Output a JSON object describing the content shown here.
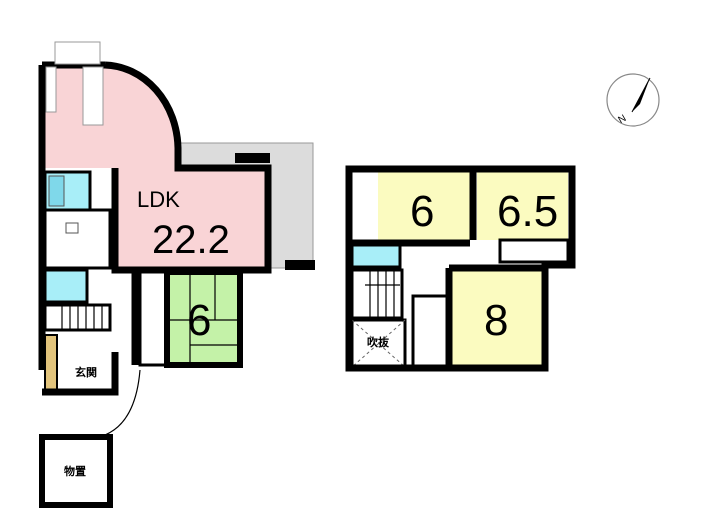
{
  "floor1": {
    "ldk": {
      "name": "LDK",
      "size": "22.2"
    },
    "washitsu": {
      "size": "6"
    },
    "entrance": "玄関",
    "storage": "物置"
  },
  "floor2": {
    "room_a": {
      "size": "6"
    },
    "room_b": {
      "size": "6.5"
    },
    "room_c": {
      "size": "8"
    },
    "void": "吹抜"
  },
  "compass": {
    "label": "N"
  },
  "colors": {
    "ldk": "#f9d4d6",
    "tatami": "#c4f2a8",
    "western": "#fbfbc0",
    "water": "#a8eef8",
    "deck": "#dcdcdc",
    "wood": "#e2c47c"
  }
}
